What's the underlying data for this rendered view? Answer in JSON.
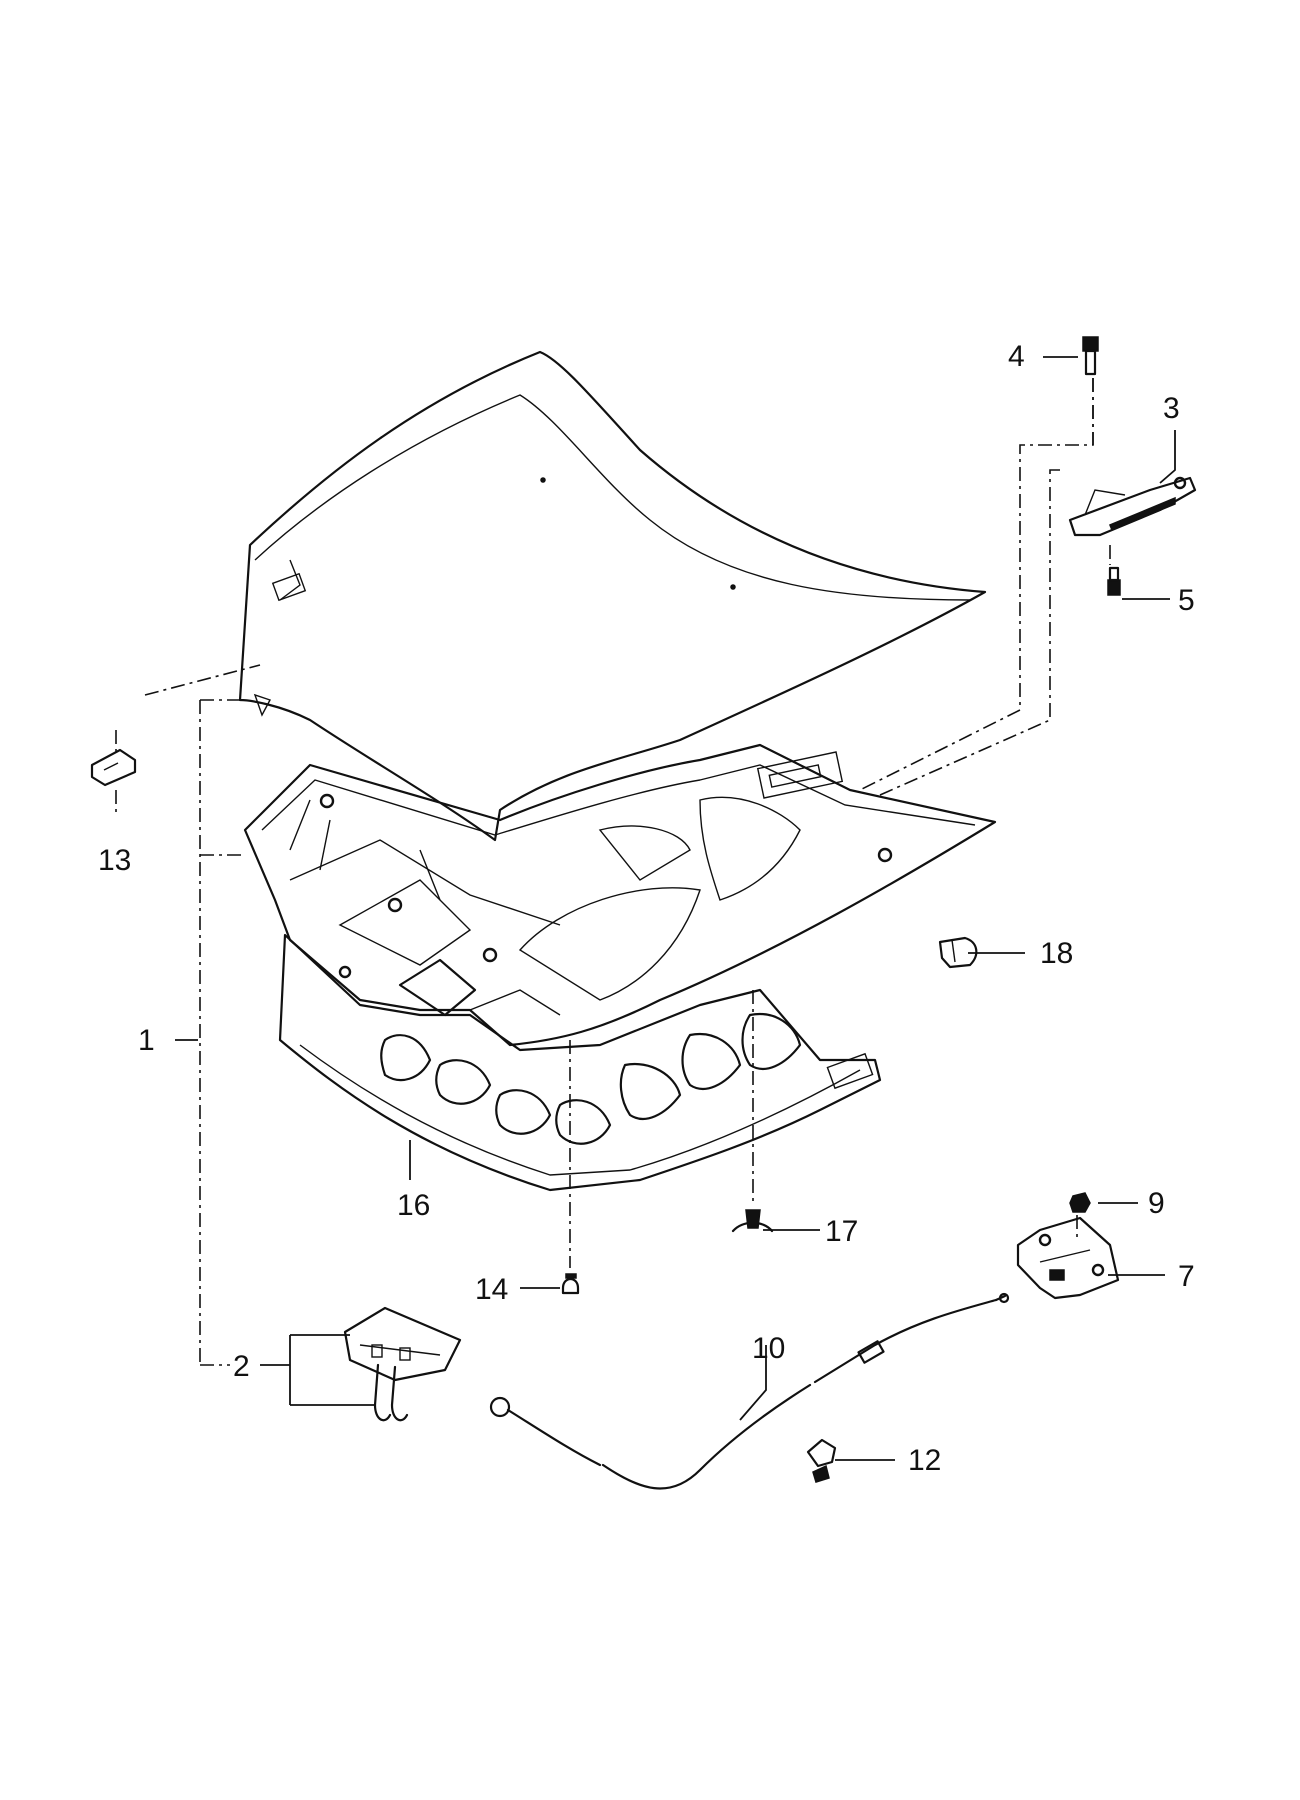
{
  "diagram": {
    "callouts": [
      {
        "id": "1",
        "label": "1"
      },
      {
        "id": "2",
        "label": "2"
      },
      {
        "id": "3",
        "label": "3"
      },
      {
        "id": "4",
        "label": "4"
      },
      {
        "id": "5",
        "label": "5"
      },
      {
        "id": "7",
        "label": "7"
      },
      {
        "id": "9",
        "label": "9"
      },
      {
        "id": "10",
        "label": "10"
      },
      {
        "id": "12",
        "label": "12"
      },
      {
        "id": "13",
        "label": "13"
      },
      {
        "id": "14",
        "label": "14"
      },
      {
        "id": "16",
        "label": "16"
      },
      {
        "id": "17",
        "label": "17"
      },
      {
        "id": "18",
        "label": "18"
      }
    ]
  }
}
